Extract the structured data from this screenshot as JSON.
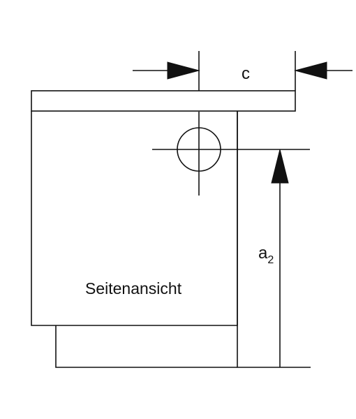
{
  "diagram": {
    "dimension_c_label": "c",
    "dimension_a_label": "a",
    "dimension_a_subscript": "2",
    "view_label": "Seitenansicht",
    "line_color": "#111111"
  }
}
